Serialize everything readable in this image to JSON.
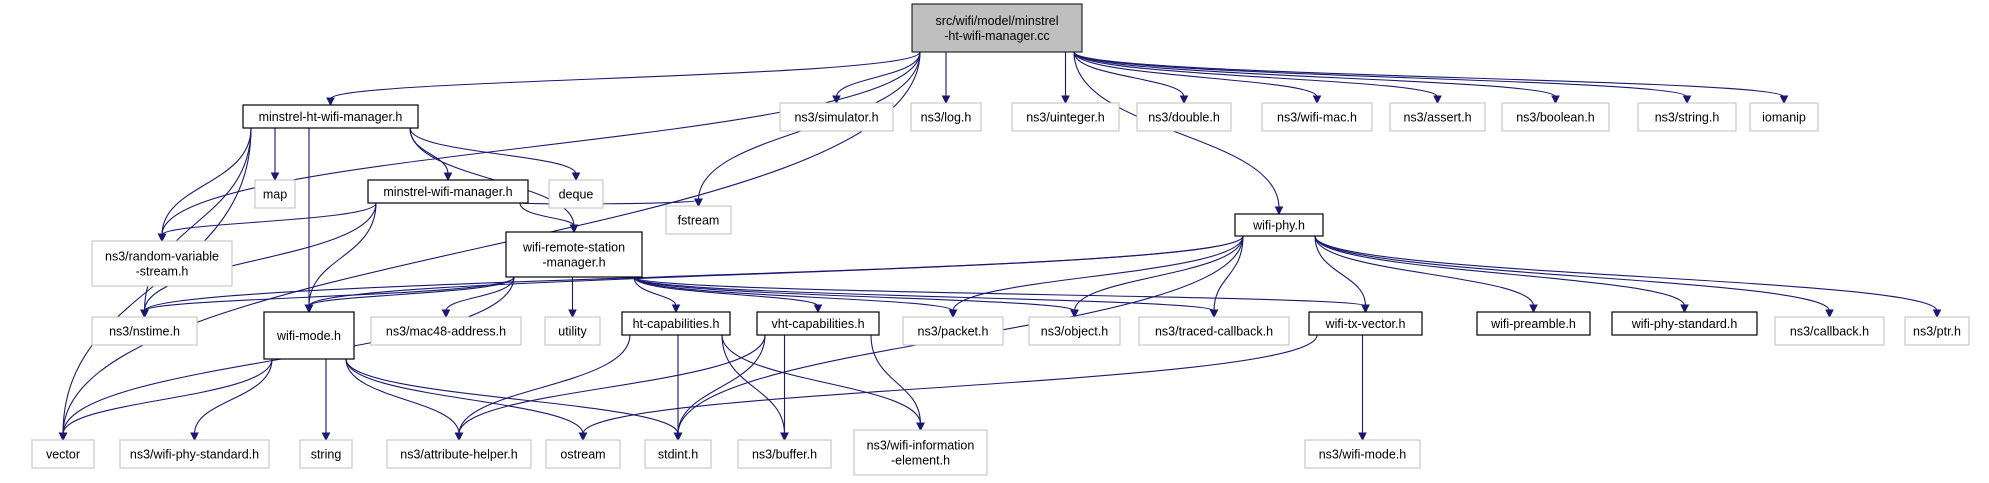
{
  "diagram": {
    "type": "include-dependency-graph",
    "colors": {
      "edge": "#191970",
      "root_fill": "#bfbfbf",
      "documented_border": "#000000",
      "external_border": "#bfbfbf",
      "background": "#ffffff"
    },
    "nodes": [
      {
        "id": "root",
        "kind": "root",
        "lines": [
          "src/wifi/model/minstrel",
          "-ht-wifi-manager.cc"
        ]
      },
      {
        "id": "minstrel_ht_h",
        "kind": "documented",
        "lines": [
          "minstrel-ht-wifi-manager.h"
        ]
      },
      {
        "id": "ns3_simulator",
        "kind": "external",
        "lines": [
          "ns3/simulator.h"
        ]
      },
      {
        "id": "ns3_log",
        "kind": "external",
        "lines": [
          "ns3/log.h"
        ]
      },
      {
        "id": "ns3_uinteger",
        "kind": "external",
        "lines": [
          "ns3/uinteger.h"
        ]
      },
      {
        "id": "ns3_double",
        "kind": "external",
        "lines": [
          "ns3/double.h"
        ]
      },
      {
        "id": "ns3_wifi_mac",
        "kind": "external",
        "lines": [
          "ns3/wifi-mac.h"
        ]
      },
      {
        "id": "ns3_assert",
        "kind": "external",
        "lines": [
          "ns3/assert.h"
        ]
      },
      {
        "id": "ns3_boolean",
        "kind": "external",
        "lines": [
          "ns3/boolean.h"
        ]
      },
      {
        "id": "ns3_string",
        "kind": "external",
        "lines": [
          "ns3/string.h"
        ]
      },
      {
        "id": "iomanip",
        "kind": "external",
        "lines": [
          "iomanip"
        ]
      },
      {
        "id": "map",
        "kind": "external",
        "lines": [
          "map"
        ]
      },
      {
        "id": "minstrel_h",
        "kind": "documented",
        "lines": [
          "minstrel-wifi-manager.h"
        ]
      },
      {
        "id": "deque",
        "kind": "external",
        "lines": [
          "deque"
        ]
      },
      {
        "id": "random_var",
        "kind": "external",
        "lines": [
          "ns3/random-variable",
          "-stream.h"
        ]
      },
      {
        "id": "fstream",
        "kind": "external",
        "lines": [
          "fstream"
        ]
      },
      {
        "id": "wrsm_h",
        "kind": "documented",
        "lines": [
          "wifi-remote-station",
          "-manager.h"
        ]
      },
      {
        "id": "wifi_phy_h",
        "kind": "documented",
        "lines": [
          "wifi-phy.h"
        ]
      },
      {
        "id": "nstime",
        "kind": "external",
        "lines": [
          "ns3/nstime.h"
        ]
      },
      {
        "id": "wifi_mode_h",
        "kind": "documented",
        "lines": [
          "wifi-mode.h"
        ]
      },
      {
        "id": "mac48",
        "kind": "external",
        "lines": [
          "ns3/mac48-address.h"
        ]
      },
      {
        "id": "utility",
        "kind": "external",
        "lines": [
          "utility"
        ]
      },
      {
        "id": "ht_cap",
        "kind": "documented",
        "lines": [
          "ht-capabilities.h"
        ]
      },
      {
        "id": "vht_cap",
        "kind": "documented",
        "lines": [
          "vht-capabilities.h"
        ]
      },
      {
        "id": "packet",
        "kind": "external",
        "lines": [
          "ns3/packet.h"
        ]
      },
      {
        "id": "object",
        "kind": "external",
        "lines": [
          "ns3/object.h"
        ]
      },
      {
        "id": "traced_cb",
        "kind": "external",
        "lines": [
          "ns3/traced-callback.h"
        ]
      },
      {
        "id": "wifi_tx_vector",
        "kind": "documented",
        "lines": [
          "wifi-tx-vector.h"
        ]
      },
      {
        "id": "wifi_preamble",
        "kind": "documented",
        "lines": [
          "wifi-preamble.h"
        ]
      },
      {
        "id": "wifi_phy_std",
        "kind": "documented",
        "lines": [
          "wifi-phy-standard.h"
        ]
      },
      {
        "id": "callback",
        "kind": "external",
        "lines": [
          "ns3/callback.h"
        ]
      },
      {
        "id": "ptr",
        "kind": "external",
        "lines": [
          "ns3/ptr.h"
        ]
      },
      {
        "id": "vector",
        "kind": "external",
        "lines": [
          "vector"
        ]
      },
      {
        "id": "ns3_wifi_phy_std",
        "kind": "external",
        "lines": [
          "ns3/wifi-phy-standard.h"
        ]
      },
      {
        "id": "string",
        "kind": "external",
        "lines": [
          "string"
        ]
      },
      {
        "id": "attr_helper",
        "kind": "external",
        "lines": [
          "ns3/attribute-helper.h"
        ]
      },
      {
        "id": "ostream",
        "kind": "external",
        "lines": [
          "ostream"
        ]
      },
      {
        "id": "stdint",
        "kind": "external",
        "lines": [
          "stdint.h"
        ]
      },
      {
        "id": "buffer",
        "kind": "external",
        "lines": [
          "ns3/buffer.h"
        ]
      },
      {
        "id": "wifi_info_elem",
        "kind": "external",
        "lines": [
          "ns3/wifi-information",
          "-element.h"
        ]
      },
      {
        "id": "ns3_wifi_mode",
        "kind": "external",
        "lines": [
          "ns3/wifi-mode.h"
        ]
      }
    ],
    "edges": [
      [
        "root",
        "minstrel_ht_h"
      ],
      [
        "root",
        "ns3_simulator"
      ],
      [
        "root",
        "ns3_log"
      ],
      [
        "root",
        "ns3_uinteger"
      ],
      [
        "root",
        "ns3_double"
      ],
      [
        "root",
        "ns3_wifi_mac"
      ],
      [
        "root",
        "ns3_assert"
      ],
      [
        "root",
        "ns3_boolean"
      ],
      [
        "root",
        "ns3_string"
      ],
      [
        "root",
        "iomanip"
      ],
      [
        "root",
        "vector"
      ],
      [
        "root",
        "random_var"
      ],
      [
        "root",
        "fstream"
      ],
      [
        "root",
        "wifi_phy_h"
      ],
      [
        "minstrel_ht_h",
        "map"
      ],
      [
        "minstrel_ht_h",
        "deque"
      ],
      [
        "minstrel_ht_h",
        "minstrel_h"
      ],
      [
        "minstrel_ht_h",
        "random_var"
      ],
      [
        "minstrel_ht_h",
        "wrsm_h"
      ],
      [
        "minstrel_ht_h",
        "nstime"
      ],
      [
        "minstrel_ht_h",
        "wifi_mode_h"
      ],
      [
        "minstrel_ht_h",
        "vector"
      ],
      [
        "minstrel_h",
        "random_var"
      ],
      [
        "minstrel_h",
        "fstream"
      ],
      [
        "minstrel_h",
        "wrsm_h"
      ],
      [
        "minstrel_h",
        "nstime"
      ],
      [
        "minstrel_h",
        "wifi_mode_h"
      ],
      [
        "wrsm_h",
        "nstime"
      ],
      [
        "wrsm_h",
        "wifi_mode_h"
      ],
      [
        "wrsm_h",
        "vector"
      ],
      [
        "wrsm_h",
        "mac48"
      ],
      [
        "wrsm_h",
        "utility"
      ],
      [
        "wrsm_h",
        "ht_cap"
      ],
      [
        "wrsm_h",
        "vht_cap"
      ],
      [
        "wrsm_h",
        "packet"
      ],
      [
        "wrsm_h",
        "object"
      ],
      [
        "wrsm_h",
        "traced_cb"
      ],
      [
        "wrsm_h",
        "wifi_tx_vector"
      ],
      [
        "wifi_phy_h",
        "wifi_mode_h"
      ],
      [
        "wifi_phy_h",
        "nstime"
      ],
      [
        "wifi_phy_h",
        "packet"
      ],
      [
        "wifi_phy_h",
        "object"
      ],
      [
        "wifi_phy_h",
        "traced_cb"
      ],
      [
        "wifi_phy_h",
        "wifi_tx_vector"
      ],
      [
        "wifi_phy_h",
        "wifi_preamble"
      ],
      [
        "wifi_phy_h",
        "wifi_phy_std"
      ],
      [
        "wifi_phy_h",
        "callback"
      ],
      [
        "wifi_phy_h",
        "ptr"
      ],
      [
        "wifi_phy_h",
        "stdint"
      ],
      [
        "wifi_mode_h",
        "vector"
      ],
      [
        "wifi_mode_h",
        "ns3_wifi_phy_std"
      ],
      [
        "wifi_mode_h",
        "string"
      ],
      [
        "wifi_mode_h",
        "attr_helper"
      ],
      [
        "wifi_mode_h",
        "ostream"
      ],
      [
        "wifi_mode_h",
        "stdint"
      ],
      [
        "ht_cap",
        "attr_helper"
      ],
      [
        "ht_cap",
        "stdint"
      ],
      [
        "ht_cap",
        "buffer"
      ],
      [
        "ht_cap",
        "wifi_info_elem"
      ],
      [
        "vht_cap",
        "attr_helper"
      ],
      [
        "vht_cap",
        "stdint"
      ],
      [
        "vht_cap",
        "buffer"
      ],
      [
        "vht_cap",
        "wifi_info_elem"
      ],
      [
        "wifi_tx_vector",
        "ostream"
      ],
      [
        "wifi_tx_vector",
        "ns3_wifi_mode"
      ]
    ]
  }
}
